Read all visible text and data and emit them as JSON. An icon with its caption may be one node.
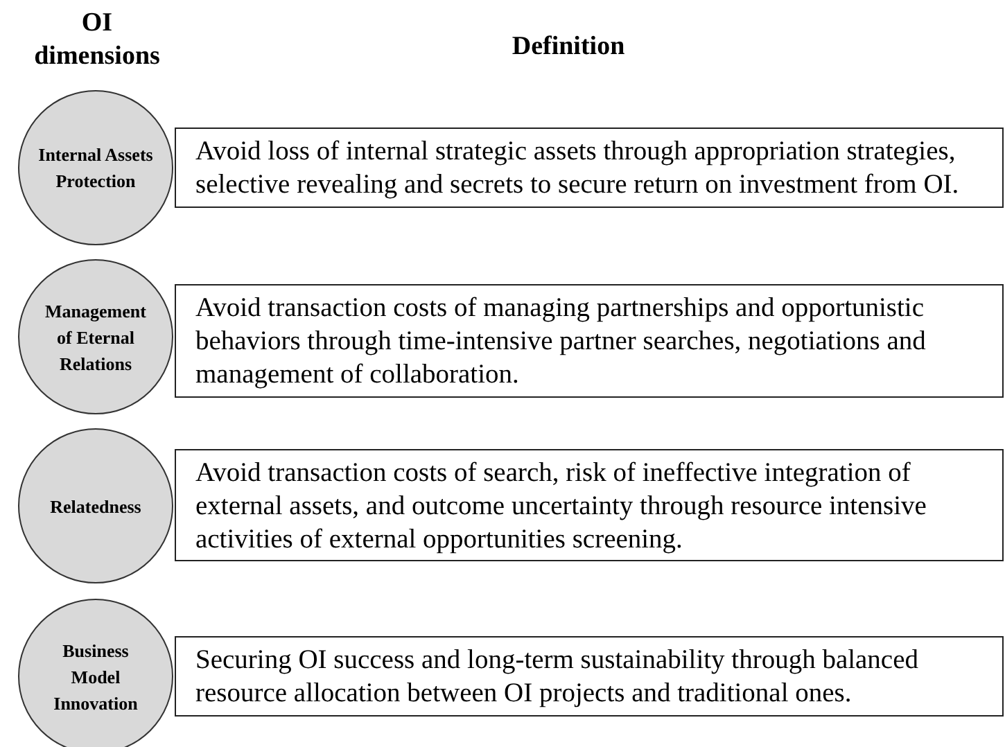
{
  "diagram": {
    "nodes": [
      {
        "text": [
          "Internal Assets Protection"
        ]
      },
      {
        "text": [
          "Avoid loss of internal strategic assets through appropriation strategies, selective revealing and secrets to secure return on investment from OI."
        ]
      },
      {
        "text": [
          "Management of Eternal Relations"
        ]
      },
      {
        "text": [
          "Avoid transaction costs of managing partnerships and opportunistic behaviors through time-intensive partner searches, negotiations and management of collaboration."
        ]
      },
      {
        "text": [
          "Relatedness"
        ]
      },
      {
        "text": [
          "Avoid transaction costs of search, risk of ineffective integration of external assets, and outcome uncertainty through resource intensive activities of external opportunities screening."
        ]
      },
      {
        "text": [
          "Business Model Innovation"
        ]
      },
      {
        "text": [
          "Securing OI success and long-term sustainability through balanced resource allocation between OI projects and traditional ones."
        ]
      }
    ],
    "labels": [
      "OI dimensions",
      "Definition"
    ]
  }
}
